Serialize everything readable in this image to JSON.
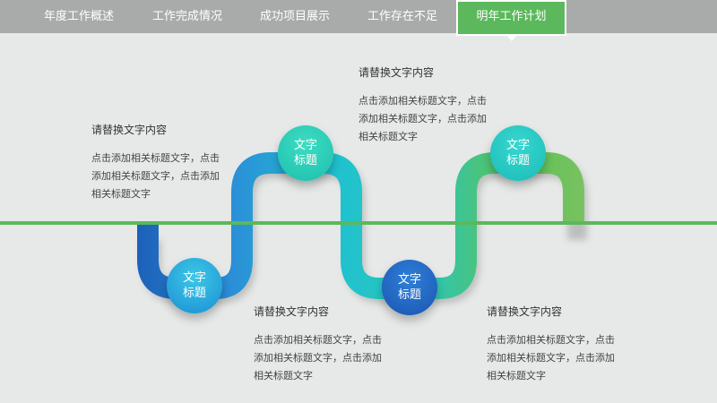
{
  "nav": {
    "tabs": [
      {
        "label": "年度工作概述"
      },
      {
        "label": "工作完成情况"
      },
      {
        "label": "成功项目展示"
      },
      {
        "label": "工作存在不足"
      },
      {
        "label": "明年工作计划"
      }
    ]
  },
  "nodes": [
    {
      "line1": "文字",
      "line2": "标题"
    },
    {
      "line1": "文字",
      "line2": "标题"
    },
    {
      "line1": "文字",
      "line2": "标题"
    },
    {
      "line1": "文字",
      "line2": "标题"
    }
  ],
  "notes": [
    {
      "title": "请替换文字内容",
      "body": "点击添加相关标题文字，点击添加相关标题文字，点击添加相关标题文字"
    },
    {
      "title": "请替换文字内容",
      "body": "点击添加相关标题文字，点击添加相关标题文字，点击添加相关标题文字"
    },
    {
      "title": "请替换文字内容",
      "body": "点击添加相关标题文字，点击添加相关标题文字，点击添加相关标题文字"
    },
    {
      "title": "请替换文字内容",
      "body": "点击添加相关标题文字，点击添加相关标题文字，点击添加相关标题文字"
    }
  ],
  "colors": {
    "accent": "#5cb85c",
    "blue": "#1f6fc4",
    "teal": "#22c4c8",
    "green": "#6cc05a"
  }
}
